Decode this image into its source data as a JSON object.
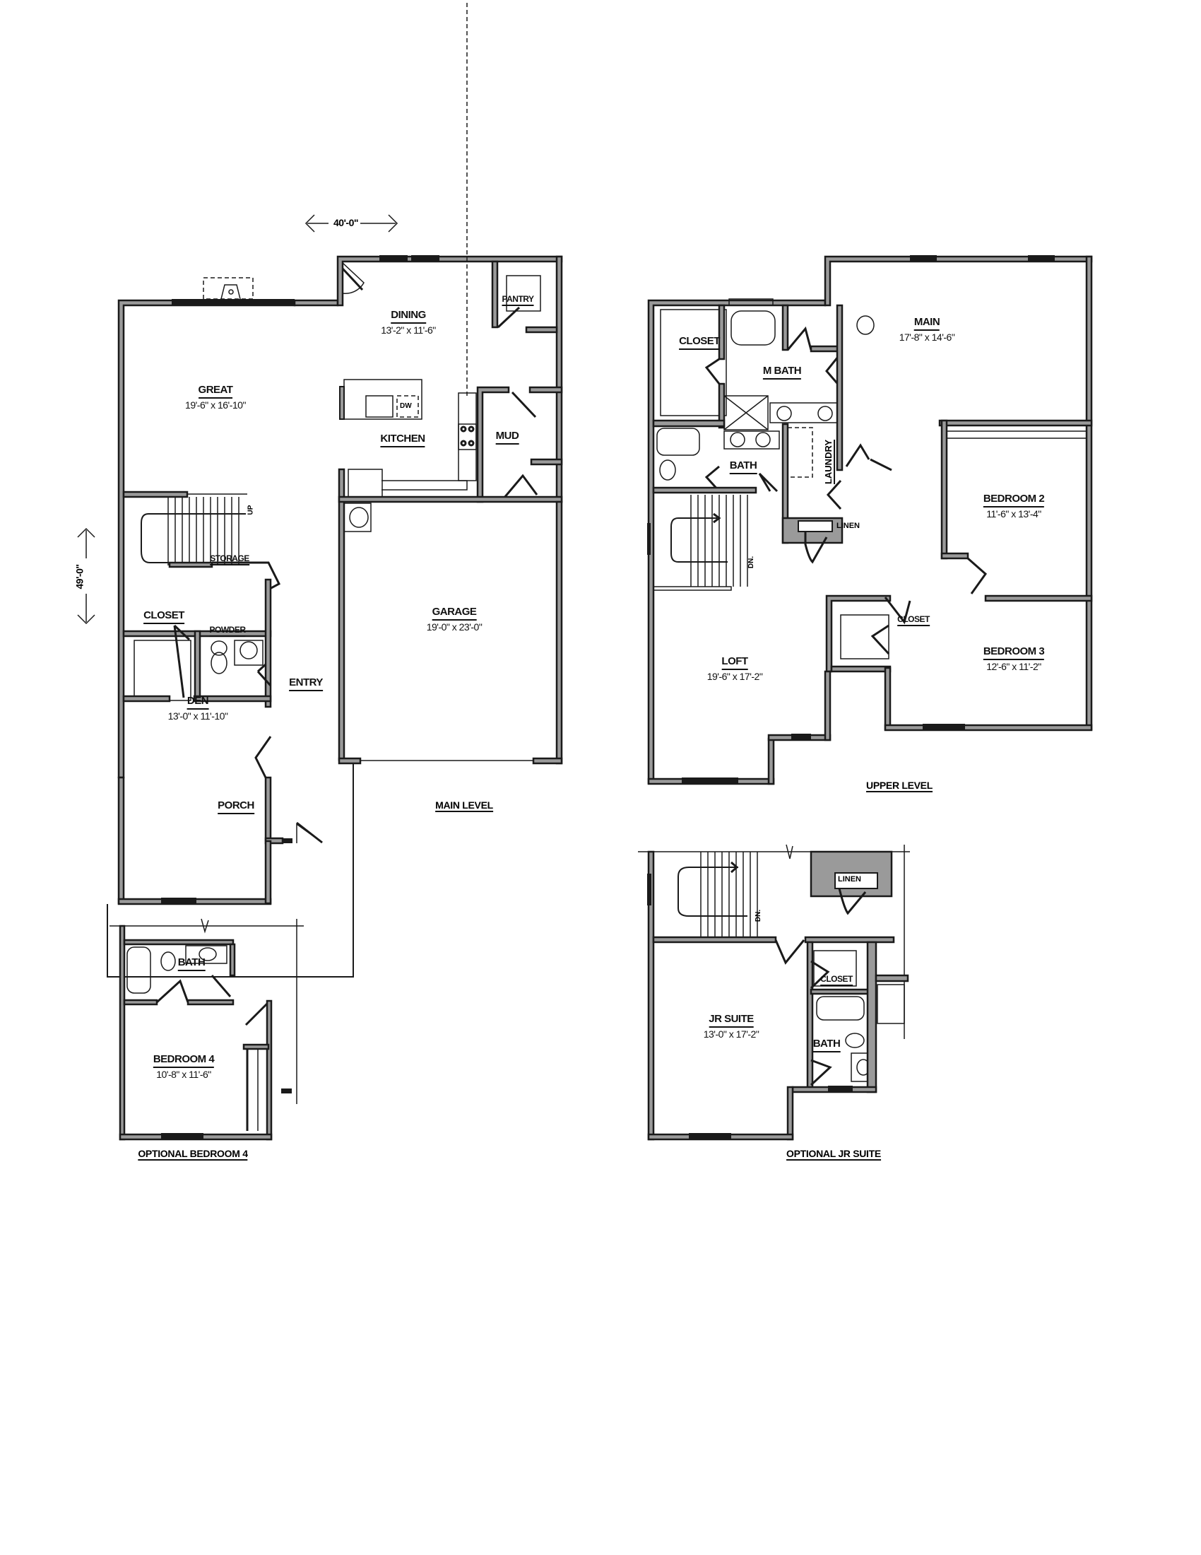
{
  "main_level": {
    "title": "MAIN LEVEL",
    "width_dimension": "40'-0\"",
    "depth_dimension": "49'-0\"",
    "rooms": {
      "great": {
        "name": "GREAT",
        "dim": "19'-6\" x 16'-10\""
      },
      "dining": {
        "name": "DINING",
        "dim": "13'-2\" x 11'-6\""
      },
      "pantry": {
        "name": "PANTRY"
      },
      "kitchen": {
        "name": "KITCHEN"
      },
      "dishwasher": {
        "name": "DW"
      },
      "mud": {
        "name": "MUD"
      },
      "storage": {
        "name": "STORAGE"
      },
      "stairs_up": {
        "name": "UP"
      },
      "closet": {
        "name": "CLOSET"
      },
      "powder": {
        "name": "POWDER"
      },
      "entry": {
        "name": "ENTRY"
      },
      "den": {
        "name": "DEN",
        "dim": "13'-0\" x 11'-10\""
      },
      "garage": {
        "name": "GARAGE",
        "dim": "19'-0\" x 23'-0\""
      },
      "porch": {
        "name": "PORCH"
      }
    }
  },
  "upper_level": {
    "title": "UPPER LEVEL",
    "rooms": {
      "closet": {
        "name": "CLOSET"
      },
      "m_bath": {
        "name": "M BATH"
      },
      "main": {
        "name": "MAIN",
        "dim": "17'-8\" x 14'-6\""
      },
      "bath": {
        "name": "BATH"
      },
      "laundry": {
        "name": "LAUNDRY"
      },
      "linen": {
        "name": "LINEN"
      },
      "bedroom2": {
        "name": "BEDROOM 2",
        "dim": "11'-6\" x 13'-4\""
      },
      "stairs_dn": {
        "name": "DN."
      },
      "loft": {
        "name": "LOFT",
        "dim": "19'-6\" x 17'-2\""
      },
      "closet2": {
        "name": "CLOSET"
      },
      "bedroom3": {
        "name": "BEDROOM 3",
        "dim": "12'-6\" x 11'-2\""
      }
    }
  },
  "optional_bedroom4": {
    "title": "OPTIONAL BEDROOM 4",
    "rooms": {
      "bath": {
        "name": "BATH"
      },
      "bedroom4": {
        "name": "BEDROOM 4",
        "dim": "10'-8\" x 11'-6\""
      }
    }
  },
  "optional_jr_suite": {
    "title": "OPTIONAL JR SUITE",
    "rooms": {
      "stairs_dn": {
        "name": "DN."
      },
      "linen": {
        "name": "LINEN"
      },
      "closet": {
        "name": "CLOSET"
      },
      "bath": {
        "name": "BATH"
      },
      "jr_suite": {
        "name": "JR SUITE",
        "dim": "13'-0\" x 17'-2\""
      }
    }
  },
  "colors": {
    "wall_fill": "#9a9a9a",
    "line": "#1a1a1a",
    "background": "#ffffff"
  }
}
